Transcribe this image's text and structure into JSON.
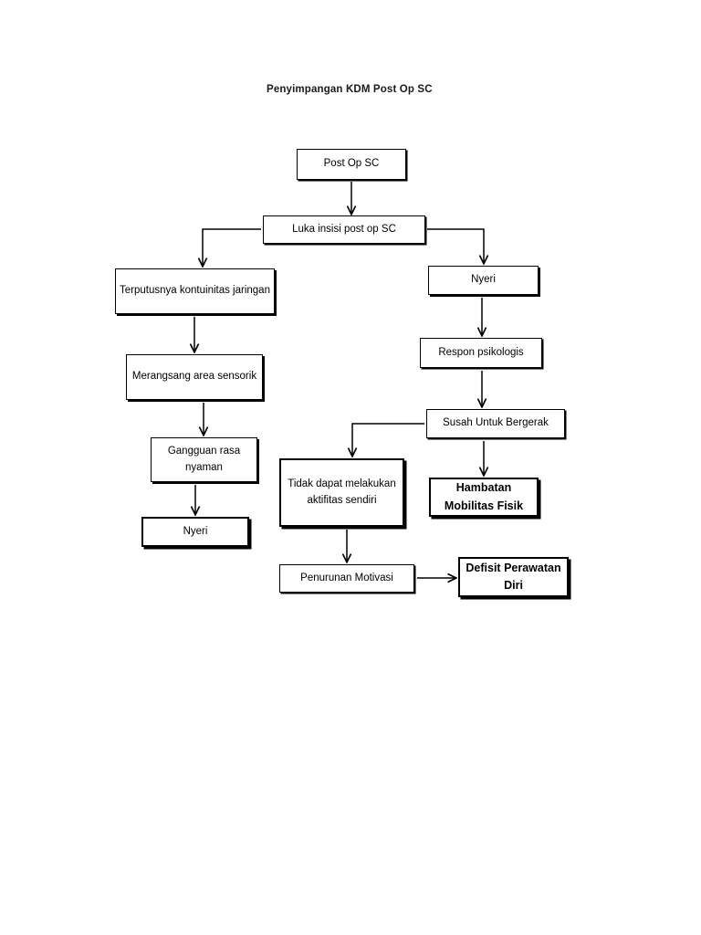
{
  "title": "Penyimpangan KDM Post Op SC",
  "diagram": {
    "type": "flowchart",
    "nodes": [
      {
        "id": "post-op-sc",
        "label": "Post Op SC"
      },
      {
        "id": "luka-insisi",
        "label": "Luka insisi post op SC"
      },
      {
        "id": "terputusnya",
        "label": "Terputusnya kontuinitas jaringan"
      },
      {
        "id": "nyeri-kanan",
        "label": "Nyeri"
      },
      {
        "id": "merangsang",
        "label": "Merangsang area sensorik"
      },
      {
        "id": "respon",
        "label": "Respon psikologis"
      },
      {
        "id": "gangguan",
        "label": "Gangguan rasa nyaman"
      },
      {
        "id": "susah",
        "label": "Susah Untuk Bergerak"
      },
      {
        "id": "tidak-dapat",
        "label": "Tidak dapat melakukan aktifitas sendiri"
      },
      {
        "id": "hambatan",
        "label": "Hambatan Mobilitas Fisik"
      },
      {
        "id": "nyeri-kiri",
        "label": "Nyeri"
      },
      {
        "id": "penurunan",
        "label": "Penurunan Motivasi"
      },
      {
        "id": "defisit",
        "label": "Defisit Perawatan Diri"
      }
    ],
    "edges": [
      {
        "from": "post-op-sc",
        "to": "luka-insisi"
      },
      {
        "from": "luka-insisi",
        "to": "terputusnya"
      },
      {
        "from": "luka-insisi",
        "to": "nyeri-kanan"
      },
      {
        "from": "terputusnya",
        "to": "merangsang"
      },
      {
        "from": "merangsang",
        "to": "gangguan"
      },
      {
        "from": "gangguan",
        "to": "nyeri-kiri"
      },
      {
        "from": "nyeri-kanan",
        "to": "respon"
      },
      {
        "from": "respon",
        "to": "susah"
      },
      {
        "from": "susah",
        "to": "hambatan"
      },
      {
        "from": "susah",
        "to": "tidak-dapat"
      },
      {
        "from": "tidak-dapat",
        "to": "penurunan"
      },
      {
        "from": "penurunan",
        "to": "defisit"
      }
    ]
  },
  "colors": {
    "stroke": "#000000",
    "background": "#ffffff",
    "text": "#000000"
  }
}
